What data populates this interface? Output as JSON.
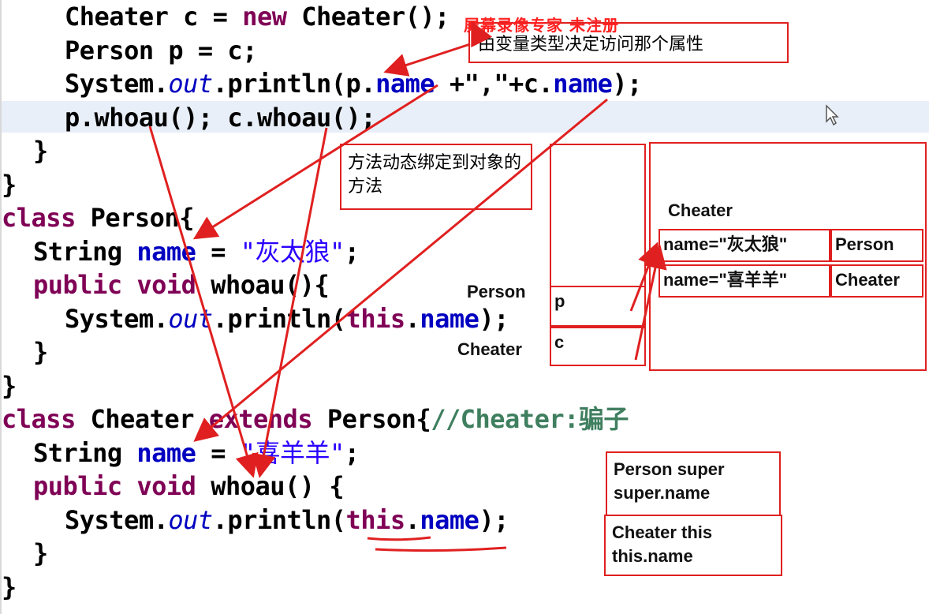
{
  "watermark": "屏幕录像专家  未注册",
  "code": {
    "l1": {
      "a": "Cheater c = ",
      "kw": "new",
      "b": " Cheater();"
    },
    "l2": "Person p = c;",
    "l3": {
      "a": "System.",
      "st": "out",
      "b": ".println(p.",
      "f1": "name",
      "c": " +\",\"+c.",
      "f2": "name",
      "d": ");"
    },
    "l4": "p.whoau(); c.whoau();",
    "l5": "}",
    "l6": "}",
    "l7": {
      "kw": "class",
      "b": " Person{"
    },
    "l8": {
      "a": "String ",
      "f": "name",
      "b": " = ",
      "s": "\"灰太狼\"",
      "c": ";"
    },
    "l9": {
      "kw1": "public",
      "kw2": "void",
      "b": " whoau(){"
    },
    "l10": {
      "a": "System.",
      "st": "out",
      "b": ".println(",
      "kw": "this",
      "c": ".",
      "f": "name",
      "d": ");"
    },
    "l11": "}",
    "l12": "}",
    "l13": {
      "kw1": "class",
      "b": " Cheater ",
      "kw2": "extends",
      "c": " Person{",
      "cm": "//Cheater:骗子"
    },
    "l14": {
      "a": "String ",
      "f": "name",
      "b": " = ",
      "s": "\"喜羊羊\"",
      "c": ";"
    },
    "l15": {
      "kw1": "public",
      "kw2": "void",
      "b": " whoau() {"
    },
    "l16": {
      "a": "System.",
      "st": "out",
      "b": ".println(",
      "kw": "this",
      "c": ".",
      "f": "name",
      "d": ");"
    },
    "l17": "}",
    "l18": "}"
  },
  "notes": {
    "var_type": "由变量类型决定访问那个属性",
    "dynamic_bind": "方法动态绑定到对象的方法"
  },
  "memory": {
    "stack_p_label": "Person",
    "stack_p": "p",
    "stack_c_label": "Cheater",
    "stack_c": "c",
    "obj_title": "Cheater",
    "field1": "name=\"灰太狼\"",
    "field1_owner": "Person",
    "field2": "name=\"喜羊羊\"",
    "field2_owner": "Cheater"
  },
  "super_box": {
    "l1": "Person super",
    "l2": "super.name"
  },
  "this_box": {
    "l1": "Cheater this",
    "l2": "this.name"
  },
  "colors": {
    "annotation": "#e02020",
    "keyword": "#7f0055",
    "field": "#0000c0",
    "string": "#2a00ff",
    "comment": "#3f7f5f",
    "current_line": "#e9eff8"
  }
}
